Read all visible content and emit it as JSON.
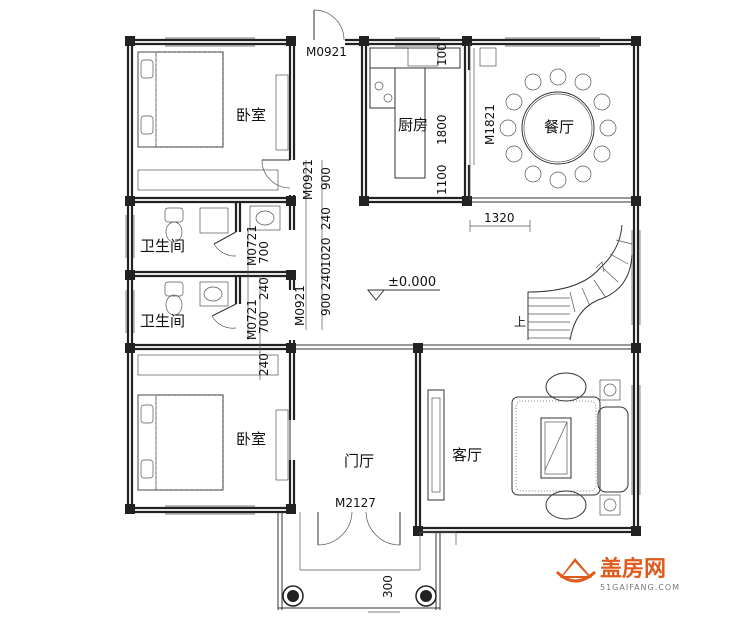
{
  "rooms": {
    "bedroom_top": "卧室",
    "bath_top": "卫生间",
    "bath_bottom": "卫生间",
    "bedroom_bottom": "卧室",
    "kitchen": "厨房",
    "dining": "餐厅",
    "foyer": "门厅",
    "living": "客厅"
  },
  "doors": {
    "entrance_top": "M0921",
    "bedroom_top": "M0921",
    "bath_top": "M0721",
    "bath_bottom": "M0721",
    "bedroom_bottom": "M0921",
    "kitchen_dining": "M1821",
    "main_entry": "M2127"
  },
  "dims": {
    "d900a": "900",
    "d240a": "240",
    "d1020": "1020",
    "d240b": "240",
    "d900b": "900",
    "d700a": "700",
    "d700b": "700",
    "d240c": "240",
    "d240d": "240",
    "d1800": "1800",
    "d100": "100",
    "d1100": "1100",
    "d1320": "1320",
    "d300": "300"
  },
  "level": "±0.000",
  "stair_up": "上",
  "logo": {
    "name": "盖房网",
    "url": "51GAIFANG.COM"
  }
}
